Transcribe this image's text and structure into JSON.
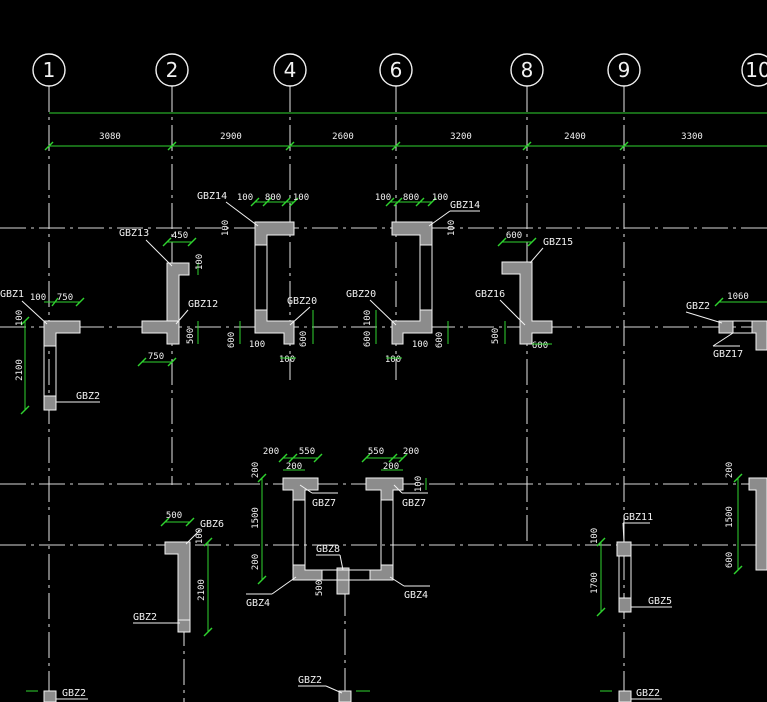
{
  "axes": [
    {
      "label": "1"
    },
    {
      "label": "2"
    },
    {
      "label": "4"
    },
    {
      "label": "6"
    },
    {
      "label": "8"
    },
    {
      "label": "9"
    },
    {
      "label": "10"
    }
  ],
  "spans": [
    "3080",
    "2900",
    "2600",
    "3200",
    "2400",
    "3300"
  ],
  "labels": {
    "gbz1": "GBZ1",
    "gbz2": "GBZ2",
    "gbz4": "GBZ4",
    "gbz5": "GBZ5",
    "gbz6": "GBZ6",
    "gbz7": "GBZ7",
    "gbz8": "GBZ8",
    "gbz11": "GBZ11",
    "gbz12": "GBZ12",
    "gbz13": "GBZ13",
    "gbz14": "GBZ14",
    "gbz15": "GBZ15",
    "gbz16": "GBZ16",
    "gbz17": "GBZ17",
    "gbz20": "GBZ20"
  },
  "dims": {
    "d100": "100",
    "d750": "750",
    "d800": "800",
    "d450": "450",
    "d500": "500",
    "d600": "600",
    "d200": "200",
    "d550": "550",
    "d1060": "1060",
    "d1500": "1500",
    "d2100": "2100",
    "d1700": "1700"
  },
  "colors": {
    "background": "#000000",
    "axis": "#e6e6e6",
    "dimension": "#2fd32f",
    "wall_fill": "#8c8c8c"
  }
}
